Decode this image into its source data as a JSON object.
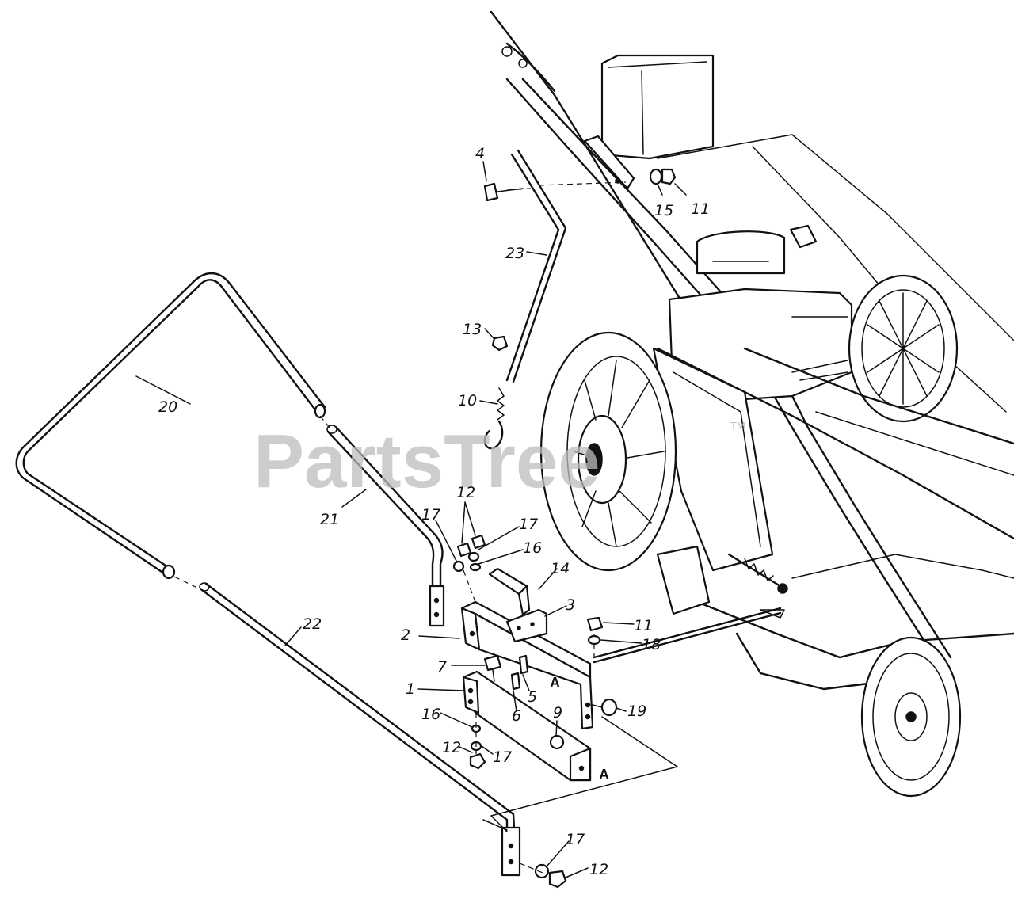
{
  "watermark": {
    "brand": "PartsTree",
    "tm": "TM"
  },
  "callouts": {
    "c1": "1",
    "c2": "2",
    "c3": "3",
    "c4": "4",
    "c5": "5",
    "c6": "6",
    "c7": "7",
    "c9": "9",
    "c10": "10",
    "c11a": "11",
    "c11b": "11",
    "c12a": "12",
    "c12b": "12",
    "c12c": "12",
    "c13": "13",
    "c14": "14",
    "c15": "15",
    "c16a": "16",
    "c16b": "16",
    "c17a": "17",
    "c17b": "17",
    "c17c": "17",
    "c17d": "17",
    "c18": "18",
    "c19": "19",
    "c20": "20",
    "c21": "21",
    "c22": "22",
    "c23": "23"
  },
  "reference_marks": {
    "a1": "A",
    "a2": "A"
  }
}
